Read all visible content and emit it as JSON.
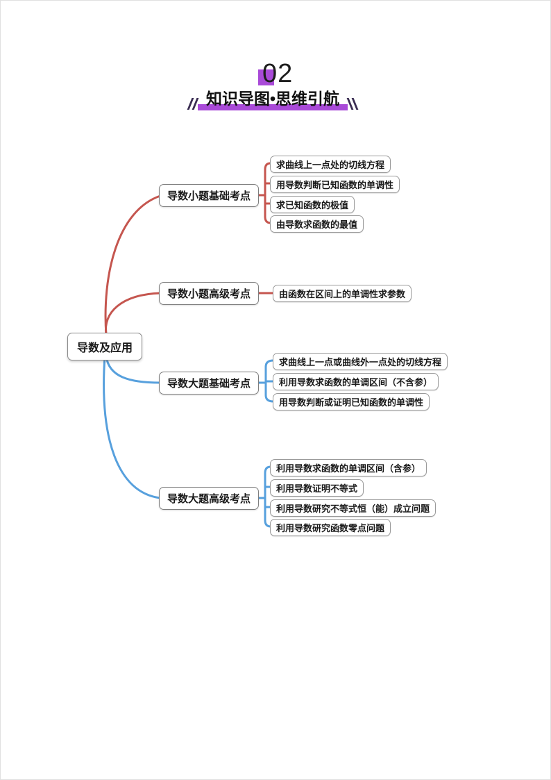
{
  "header": {
    "number": "02",
    "subtitle": "知识导图•思维引航",
    "accent_color": "#a94ad8",
    "slash_color": "#3a2d52"
  },
  "mindmap": {
    "root": "导数及应用",
    "colors": {
      "red": "#c5564f",
      "blue": "#57a0dd"
    },
    "branches": [
      {
        "label": "导数小题基础考点",
        "color": "red",
        "children": [
          "求曲线上一点处的切线方程",
          "用导数判断已知函数的单调性",
          "求已知函数的极值",
          "由导数求函数的最值"
        ]
      },
      {
        "label": "导数小题高级考点",
        "color": "red",
        "children": [
          "由函数在区间上的单调性求参数"
        ]
      },
      {
        "label": "导数大题基础考点",
        "color": "blue",
        "children": [
          "求曲线上一点或曲线外一点处的切线方程",
          "利用导数求函数的单调区间（不含参）",
          "用导数判断或证明已知函数的单调性"
        ]
      },
      {
        "label": "导数大题高级考点",
        "color": "blue",
        "children": [
          "利用导数求函数的单调区间（含参）",
          "利用导数证明不等式",
          "利用导数研究不等式恒（能）成立问题",
          "利用导数研究函数零点问题"
        ]
      }
    ]
  }
}
